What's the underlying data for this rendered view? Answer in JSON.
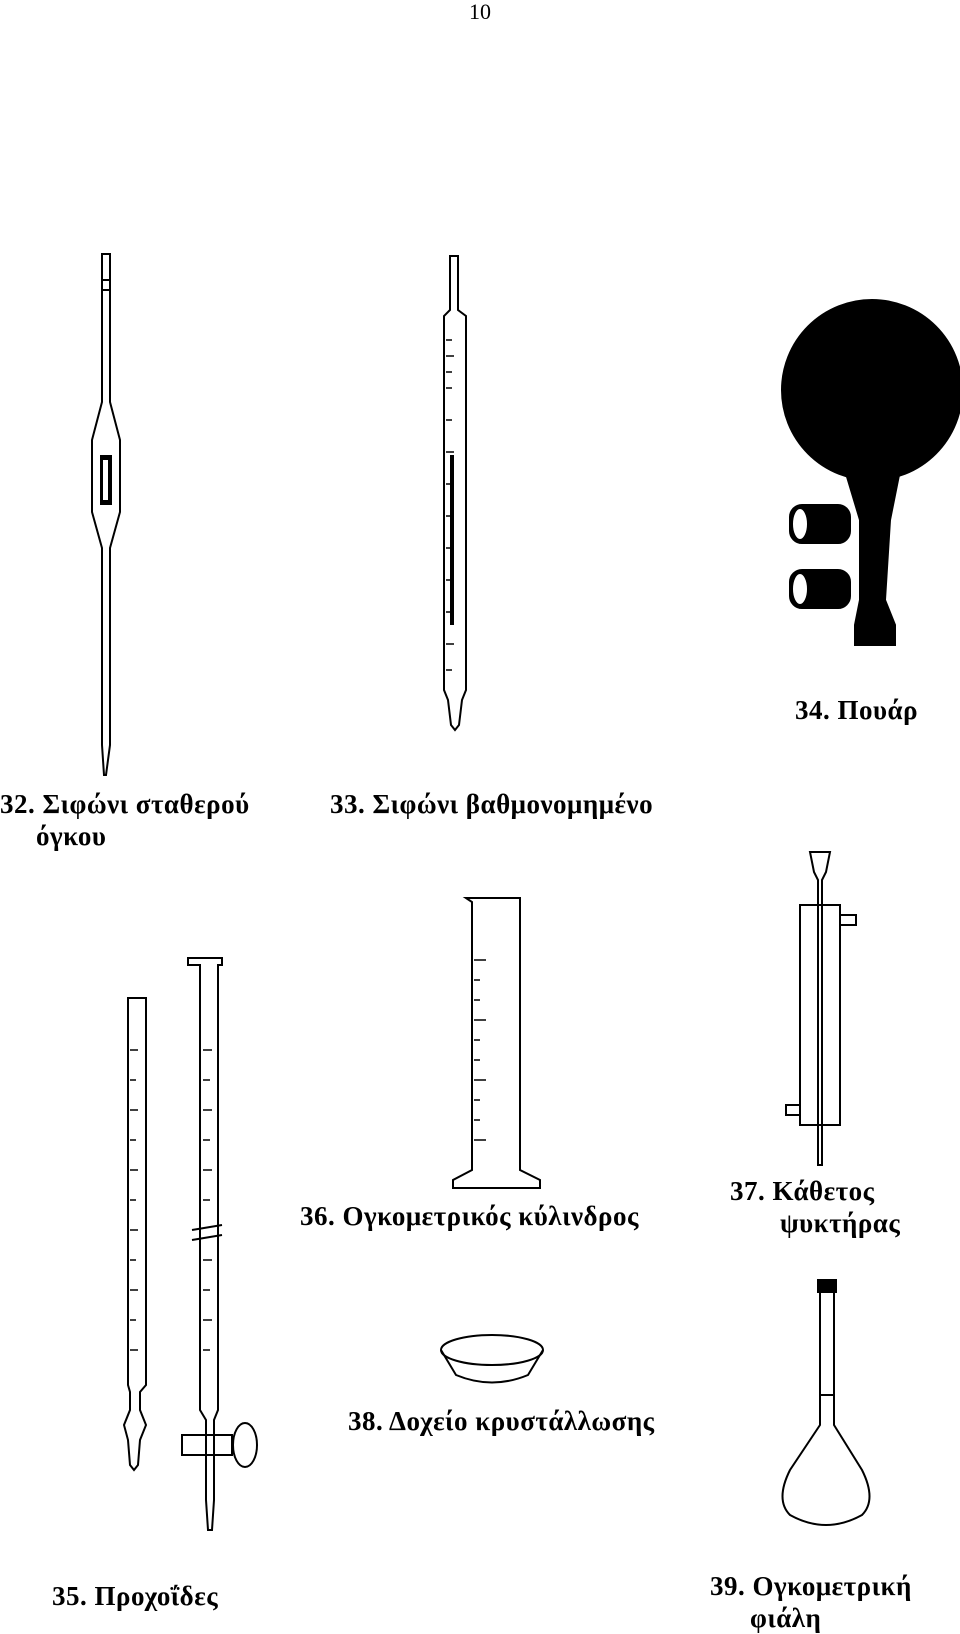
{
  "page_number": "10",
  "captions": {
    "c32_line1": "32. Σιφώνι σταθερού",
    "c32_line2": "όγκου",
    "c33": "33. Σιφώνι βαθμονομημένο",
    "c34": "34. Πουάρ",
    "c35": "35. Προχοΐδες",
    "c36": "36. Ογκομετρικός κύλινδρος",
    "c37_line1": "37. Κάθετος",
    "c37_line2": "ψυκτήρας",
    "c38": "38. Δοχείο κρυστάλλωσης",
    "c39_line1": "39. Ογκομετρική",
    "c39_line2": "φιάλη"
  }
}
